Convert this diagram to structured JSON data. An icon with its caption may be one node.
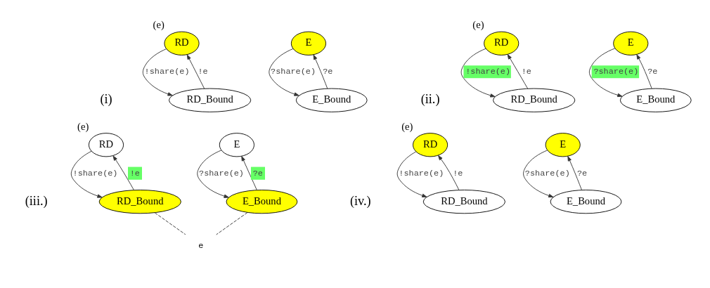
{
  "diagram": {
    "nodes": [
      {
        "text": [
          "RD"
        ],
        "beside": [
          "(e)"
        ]
      },
      {
        "text": [
          "E"
        ]
      },
      {
        "text": [
          "RD_Bound"
        ]
      },
      {
        "text": [
          "E_Bound"
        ]
      },
      {
        "text": [
          "RD"
        ],
        "beside": [
          "(e)"
        ]
      },
      {
        "text": [
          "E"
        ]
      },
      {
        "text": [
          "RD_Bound"
        ]
      },
      {
        "text": [
          "E_Bound"
        ]
      },
      {
        "text": [
          "RD"
        ],
        "beside": [
          "(e)"
        ]
      },
      {
        "text": [
          "E"
        ]
      },
      {
        "text": [
          "RD_Bound"
        ]
      },
      {
        "text": [
          "E_Bound"
        ]
      },
      {
        "text": [
          "e"
        ]
      },
      {
        "text": [
          "RD"
        ],
        "beside": [
          "(e)"
        ]
      },
      {
        "text": [
          "E"
        ]
      },
      {
        "text": [
          "RD_Bound"
        ]
      },
      {
        "text": [
          "E_Bound"
        ]
      }
    ],
    "edges": [
      {
        "from": 0,
        "to": 2,
        "arrow": "to",
        "label": "!share(e)"
      },
      {
        "from": 2,
        "to": 0,
        "arrow": "to",
        "label": "!e"
      },
      {
        "from": 1,
        "to": 3,
        "arrow": "to",
        "label": "?share(e)"
      },
      {
        "from": 3,
        "to": 1,
        "arrow": "to",
        "label": "?e"
      },
      {
        "from": 4,
        "to": 6,
        "arrow": "to",
        "label": "!share(e)"
      },
      {
        "from": 6,
        "to": 4,
        "arrow": "to",
        "label": "!e"
      },
      {
        "from": 5,
        "to": 7,
        "arrow": "to",
        "label": "?share(e)"
      },
      {
        "from": 7,
        "to": 5,
        "arrow": "to",
        "label": "?e"
      },
      {
        "from": 8,
        "to": 10,
        "arrow": "to",
        "label": "!share(e)"
      },
      {
        "from": 10,
        "to": 8,
        "arrow": "to",
        "label": "!e"
      },
      {
        "from": 9,
        "to": 11,
        "arrow": "to",
        "label": "?share(e)"
      },
      {
        "from": 11,
        "to": 9,
        "arrow": "to",
        "label": "?e"
      },
      {
        "from": 10,
        "to": 12,
        "arrow": "none",
        "style": "dashed"
      },
      {
        "from": 11,
        "to": 12,
        "arrow": "none",
        "style": "dashed"
      },
      {
        "from": 13,
        "to": 15,
        "arrow": "to",
        "label": "!share(e)"
      },
      {
        "from": 15,
        "to": 13,
        "arrow": "to",
        "label": "!e"
      },
      {
        "from": 14,
        "to": 16,
        "arrow": "to",
        "label": "?share(e)"
      },
      {
        "from": 16,
        "to": 14,
        "arrow": "to",
        "label": "?e"
      }
    ],
    "labels": [
      "(i)",
      "(ii.)",
      "(iii.)",
      "(iv.)"
    ]
  }
}
